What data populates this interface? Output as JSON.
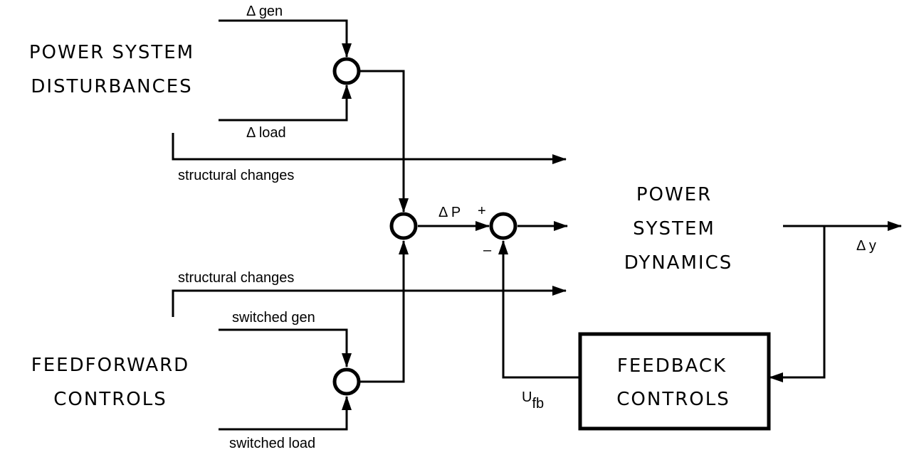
{
  "blocks": {
    "disturbances": [
      "POWER  SYSTEM",
      "DISTURBANCES"
    ],
    "feedforward": [
      "FEEDFORWARD",
      "CONTROLS"
    ],
    "dynamics": [
      "POWER",
      "SYSTEM",
      "DYNAMICS"
    ],
    "feedback": [
      "FEEDBACK",
      "CONTROLS"
    ]
  },
  "signals": {
    "delta_gen": "Δ gen",
    "delta_load": "Δ load",
    "structural_top": "structural changes",
    "structural_bottom": "structural changes",
    "switched_gen": "switched gen",
    "switched_load": "switched load",
    "delta_p": "Δ P",
    "plus": "+",
    "minus": "–",
    "u": "U",
    "u_sub": "fb",
    "delta_y": "Δ y"
  }
}
